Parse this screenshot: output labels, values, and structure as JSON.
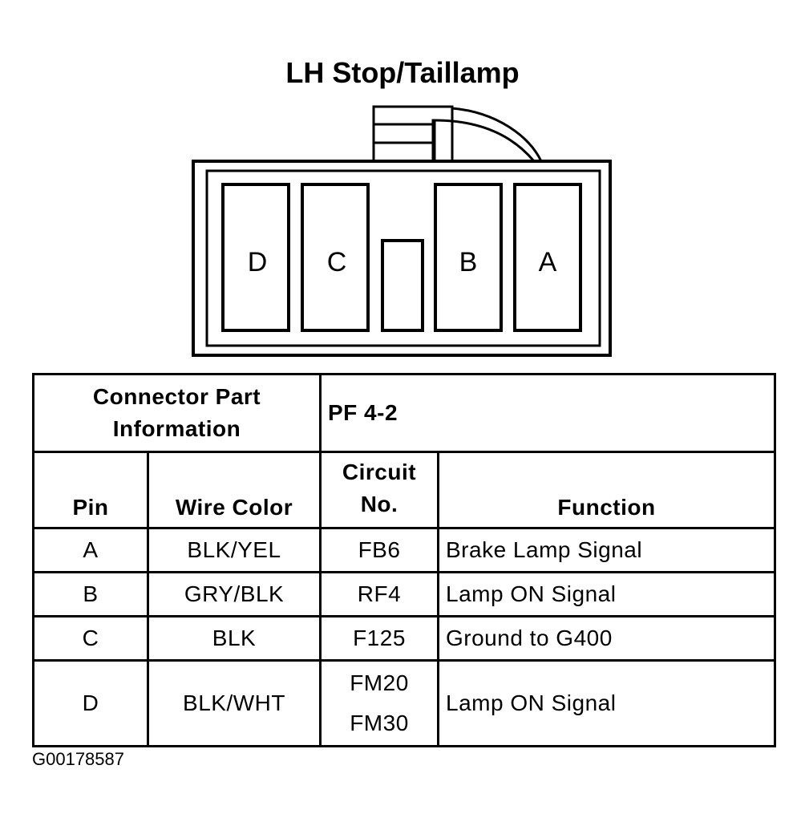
{
  "title": "LH Stop/Taillamp",
  "connector": {
    "pins": [
      {
        "label": "D"
      },
      {
        "label": "C"
      },
      {
        "label": "B"
      },
      {
        "label": "A"
      }
    ]
  },
  "table": {
    "part_info_label_line1": "Connector Part",
    "part_info_label_line2": "Information",
    "part_number": "PF 4-2",
    "headers": {
      "pin": "Pin",
      "wire_color": "Wire Color",
      "circuit_line1": "Circuit",
      "circuit_line2": "No.",
      "function": "Function"
    },
    "rows": [
      {
        "pin": "A",
        "wire_color": "BLK/YEL",
        "circuit": [
          "FB6"
        ],
        "function": "Brake Lamp Signal"
      },
      {
        "pin": "B",
        "wire_color": "GRY/BLK",
        "circuit": [
          "RF4"
        ],
        "function": "Lamp ON Signal"
      },
      {
        "pin": "C",
        "wire_color": "BLK",
        "circuit": [
          "F125"
        ],
        "function": "Ground to G400"
      },
      {
        "pin": "D",
        "wire_color": "BLK/WHT",
        "circuit": [
          "FM20",
          "FM30"
        ],
        "function": "Lamp ON Signal"
      }
    ]
  },
  "figure_id": "G00178587"
}
